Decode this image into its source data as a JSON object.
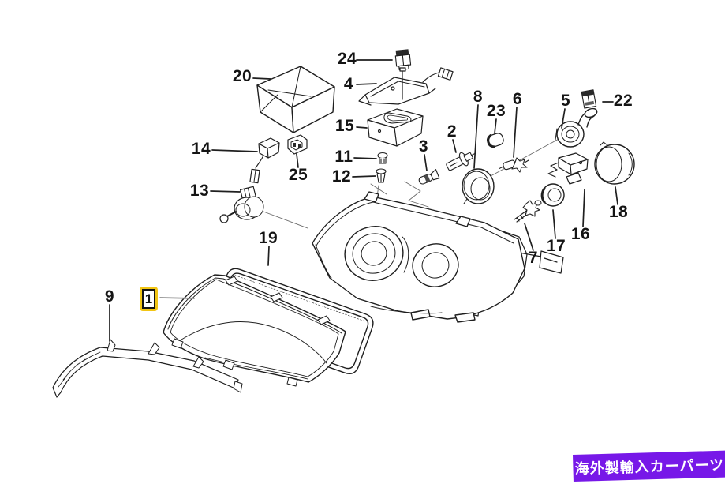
{
  "banner": {
    "text": "海外製輸入カーパーツ",
    "bg_color": "#7718E8",
    "text_color": "#FFFFFF"
  },
  "diagram": {
    "line_color": "#1f1f1f",
    "background_color": "#FFFFFF",
    "highlight_color": "#F2C514",
    "type": "exploded-parts-diagram"
  },
  "callouts": [
    {
      "label": "1",
      "highlighted": true
    },
    {
      "label": "2"
    },
    {
      "label": "3"
    },
    {
      "label": "4"
    },
    {
      "label": "5"
    },
    {
      "label": "6"
    },
    {
      "label": "7"
    },
    {
      "label": "8"
    },
    {
      "label": "9"
    },
    {
      "label": "11"
    },
    {
      "label": "12"
    },
    {
      "label": "13"
    },
    {
      "label": "14"
    },
    {
      "label": "15"
    },
    {
      "label": "16"
    },
    {
      "label": "17"
    },
    {
      "label": "18"
    },
    {
      "label": "19"
    },
    {
      "label": "20"
    },
    {
      "label": "22"
    },
    {
      "label": "23"
    },
    {
      "label": "24"
    },
    {
      "label": "25"
    }
  ]
}
